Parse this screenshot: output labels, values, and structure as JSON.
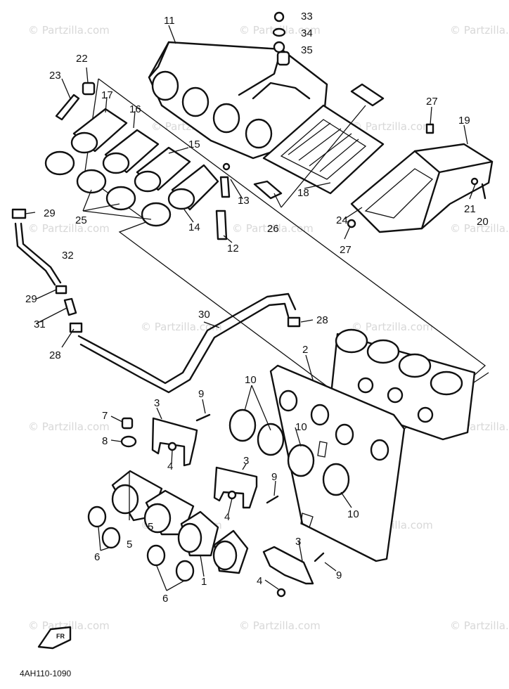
{
  "watermark": "© Partzilla.com",
  "diagram_code": "4AH110-1090",
  "front_marker": "FR",
  "callouts": {
    "c1": "1",
    "c2": "2",
    "c3a": "3",
    "c3b": "3",
    "c3c": "3",
    "c4a": "4",
    "c4b": "4",
    "c4c": "4",
    "c5a": "5",
    "c5b": "5",
    "c6a": "6",
    "c6b": "6",
    "c7": "7",
    "c8": "8",
    "c9a": "9",
    "c9b": "9",
    "c9c": "9",
    "c10a": "10",
    "c10b": "10",
    "c10c": "10",
    "c11": "11",
    "c12": "12",
    "c13": "13",
    "c14": "14",
    "c15": "15",
    "c16": "16",
    "c17": "17",
    "c18": "18",
    "c19": "19",
    "c20": "20",
    "c21": "21",
    "c22": "22",
    "c23": "23",
    "c24": "24",
    "c25": "25",
    "c26": "26",
    "c27a": "27",
    "c27b": "27",
    "c28a": "28",
    "c28b": "28",
    "c29a": "29",
    "c29b": "29",
    "c30": "30",
    "c31": "31",
    "c32": "32",
    "c33": "33",
    "c34": "34",
    "c35": "35"
  }
}
